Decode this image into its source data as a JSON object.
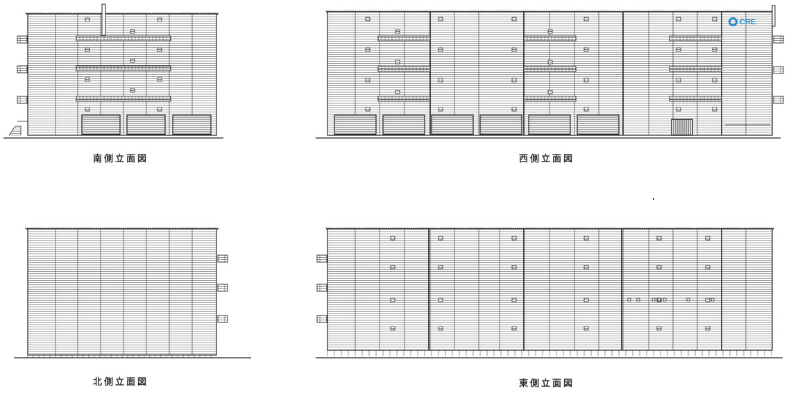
{
  "elevations": {
    "south": {
      "caption": "南側立面図"
    },
    "west": {
      "caption": "西側立面図"
    },
    "north": {
      "caption": "北側立面図"
    },
    "east": {
      "caption": "東側立面図"
    }
  },
  "logo": {
    "text": "CRE",
    "color": "#2a8ac8"
  },
  "colors": {
    "line": "#222222",
    "background": "#ffffff"
  }
}
